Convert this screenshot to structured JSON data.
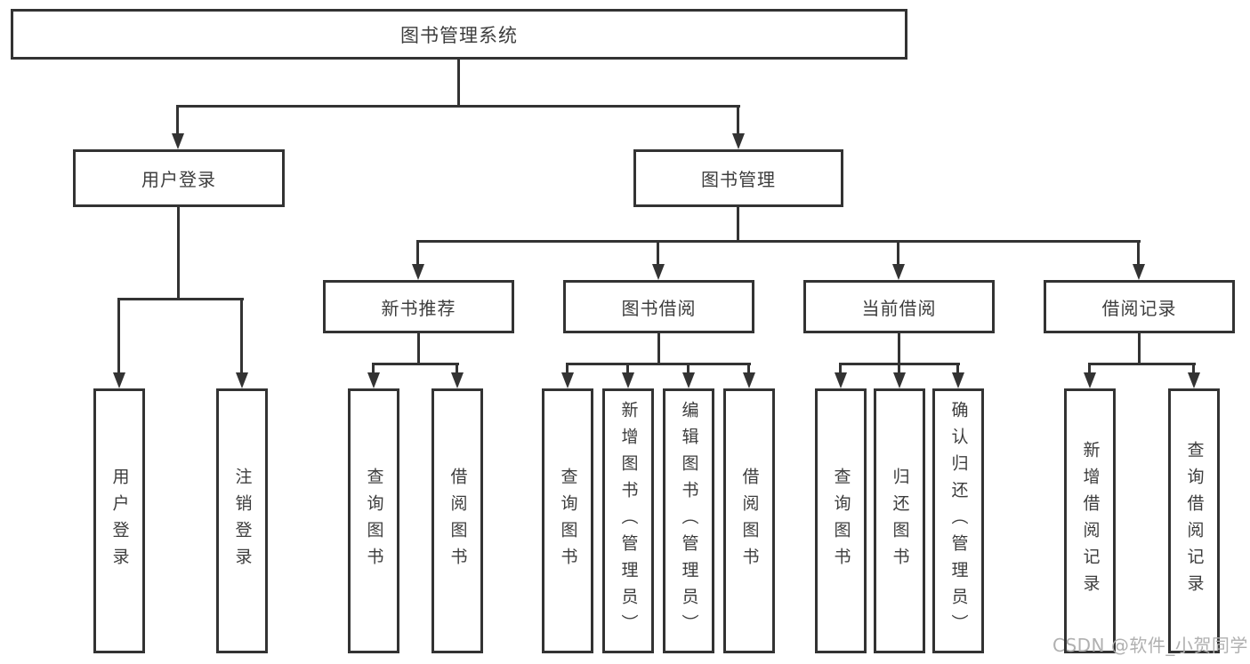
{
  "nodes": {
    "root": "图书管理系统",
    "user_login": "用户登录",
    "book_mgmt": "图书管理",
    "new_book_rec": "新书推荐",
    "book_borrow": "图书借阅",
    "current_borrow": "当前借阅",
    "borrow_records": "借阅记录",
    "leaf_user_login": "用户登录",
    "leaf_logout": "注销登录",
    "leaf_nbr_query": "查询图书",
    "leaf_nbr_borrow": "借阅图书",
    "leaf_bb_query": "查询图书",
    "leaf_bb_add": "新增图书（管理员）",
    "leaf_bb_edit": "编辑图书（管理员）",
    "leaf_bb_borrow": "借阅图书",
    "leaf_cb_query": "查询图书",
    "leaf_cb_return": "归还图书",
    "leaf_cb_confirm": "确认归还（管理员）",
    "leaf_br_add": "新增借阅记录",
    "leaf_br_query": "查询借阅记录"
  },
  "colors": {
    "line": "#333333",
    "text": "#3d3d3d",
    "watermark_text": "#b0b0b0",
    "background": "#ffffff"
  },
  "watermark": "CSDN @软件_小贺同学"
}
